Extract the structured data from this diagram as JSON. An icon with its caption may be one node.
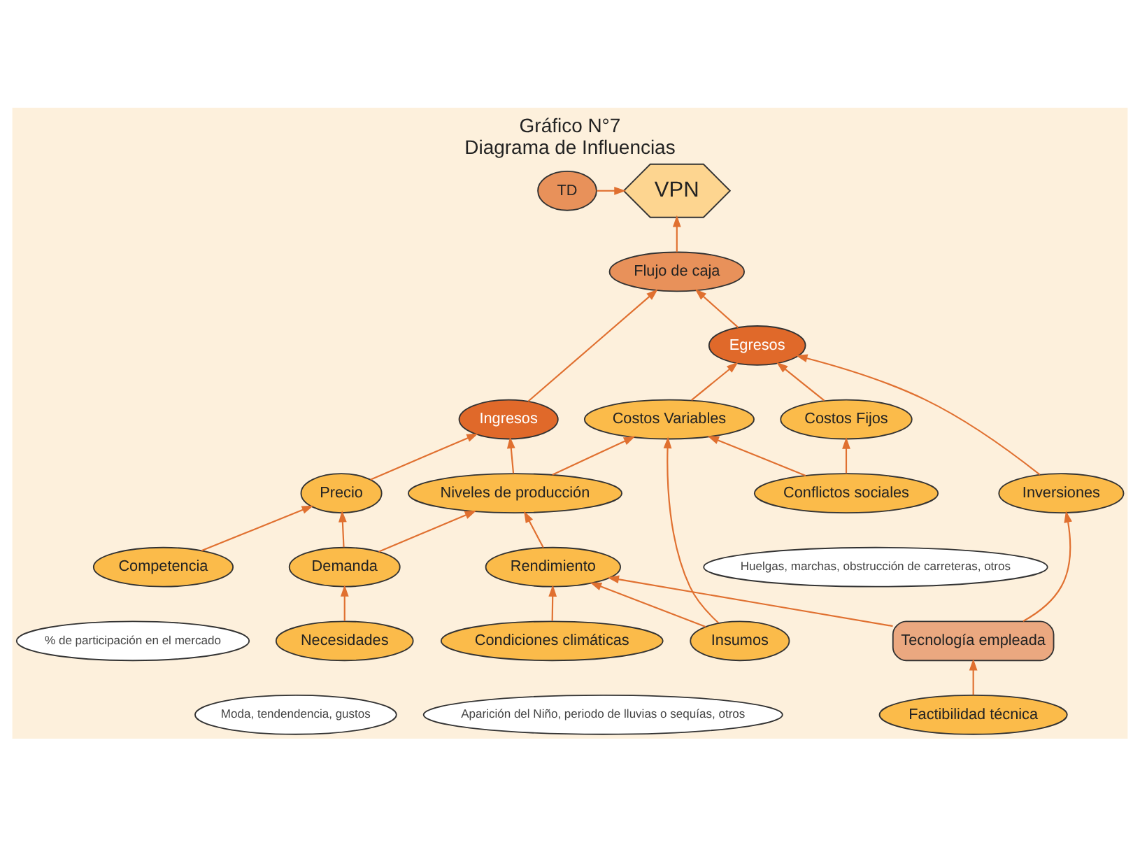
{
  "diagram": {
    "title": "Gráfico N°7",
    "caption": "Diagrama de Influencias",
    "nodes": [
      {
        "text": [
          "TD"
        ]
      },
      {
        "text": [
          "VPN"
        ]
      },
      {
        "text": [
          "Flujo de caja"
        ]
      },
      {
        "text": [
          "Ingresos"
        ]
      },
      {
        "text": [
          "Egresos"
        ]
      },
      {
        "text": [
          "Precio"
        ]
      },
      {
        "text": [
          "Niveles de producción"
        ]
      },
      {
        "text": [
          "Costos Variables"
        ]
      },
      {
        "text": [
          "Costos Fijos"
        ]
      },
      {
        "text": [
          "Inversiones"
        ]
      },
      {
        "text": [
          "Competencia"
        ]
      },
      {
        "text": [
          "Demanda"
        ]
      },
      {
        "text": [
          "Rendimiento"
        ]
      },
      {
        "text": [
          "Insumos"
        ]
      },
      {
        "text": [
          "Conflictos sociales"
        ]
      },
      {
        "text": [
          "% de participación en el mercado"
        ]
      },
      {
        "text": [
          "Necesidades"
        ]
      },
      {
        "text": [
          "Condiciones climáticas"
        ]
      },
      {
        "text": [
          "Tecnología empleada"
        ]
      },
      {
        "text": [
          "Huelgas, marchas, obstrucción de carreteras, otros"
        ]
      },
      {
        "text": [
          "Moda, tendendencia, gustos"
        ]
      },
      {
        "text": [
          "Aparición del Niño, periodo de lluvias o sequías, otros"
        ]
      },
      {
        "text": [
          "Factibilidad técnica"
        ]
      }
    ],
    "edges": [
      {
        "from": 0,
        "to": 1,
        "arrow": "to"
      },
      {
        "from": 2,
        "to": 1,
        "arrow": "to"
      },
      {
        "from": 3,
        "to": 2,
        "arrow": "to"
      },
      {
        "from": 4,
        "to": 2,
        "arrow": "to"
      },
      {
        "from": 5,
        "to": 3,
        "arrow": "to"
      },
      {
        "from": 6,
        "to": 3,
        "arrow": "to"
      },
      {
        "from": 7,
        "to": 4,
        "arrow": "to"
      },
      {
        "from": 8,
        "to": 4,
        "arrow": "to"
      },
      {
        "from": 9,
        "to": 4,
        "arrow": "to"
      },
      {
        "from": 10,
        "to": 5,
        "arrow": "to"
      },
      {
        "from": 11,
        "to": 5,
        "arrow": "to"
      },
      {
        "from": 11,
        "to": 6,
        "arrow": "to"
      },
      {
        "from": 6,
        "to": 7,
        "arrow": "to"
      },
      {
        "from": 16,
        "to": 11,
        "arrow": "to"
      },
      {
        "from": 12,
        "to": 6,
        "arrow": "to"
      },
      {
        "from": 13,
        "to": 7,
        "arrow": "to"
      },
      {
        "from": 13,
        "to": 12,
        "arrow": "to"
      },
      {
        "from": 14,
        "to": 7,
        "arrow": "to"
      },
      {
        "from": 14,
        "to": 8,
        "arrow": "to"
      },
      {
        "from": 17,
        "to": 12,
        "arrow": "to"
      },
      {
        "from": 18,
        "to": 12,
        "arrow": "to"
      },
      {
        "from": 18,
        "to": 9,
        "arrow": "to"
      },
      {
        "from": 22,
        "to": 18,
        "arrow": "to"
      }
    ]
  }
}
